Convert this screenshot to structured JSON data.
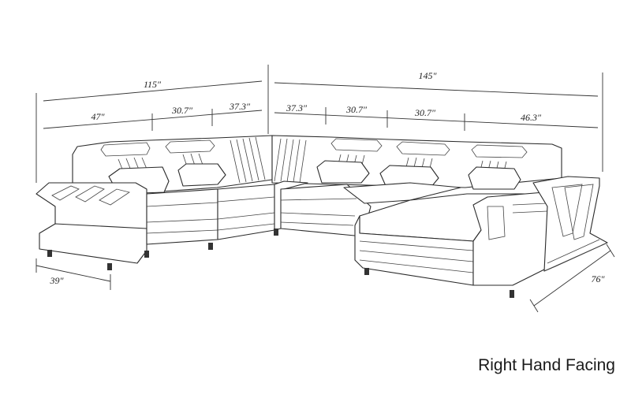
{
  "dimensions": {
    "left_total": "115″",
    "left_seg_1": "47″",
    "left_seg_2": "30.7″",
    "left_seg_3": "37.3″",
    "right_total": "145″",
    "right_seg_1": "37.3″",
    "right_seg_2": "30.7″",
    "right_seg_3": "30.7″",
    "right_seg_4": "46.3″",
    "left_depth": "39″",
    "right_depth": "76″"
  },
  "caption": "Right Hand Facing"
}
